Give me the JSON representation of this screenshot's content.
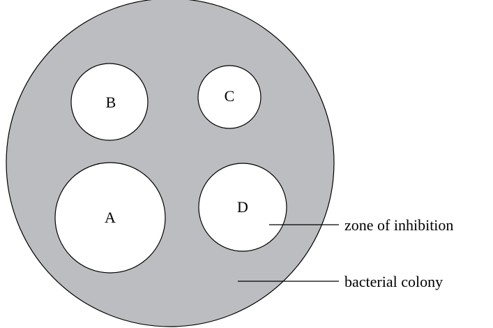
{
  "discs": [
    {
      "label": "B",
      "size": "medium-small"
    },
    {
      "label": "C",
      "size": "small"
    },
    {
      "label": "A",
      "size": "large"
    },
    {
      "label": "D",
      "size": "medium"
    }
  ],
  "callouts": {
    "zone": "zone of inhibition",
    "colony": "bacterial colony"
  },
  "colors": {
    "colony_fill": "#bcbdc0",
    "zone_fill": "#ffffff",
    "outline": "#000000"
  }
}
